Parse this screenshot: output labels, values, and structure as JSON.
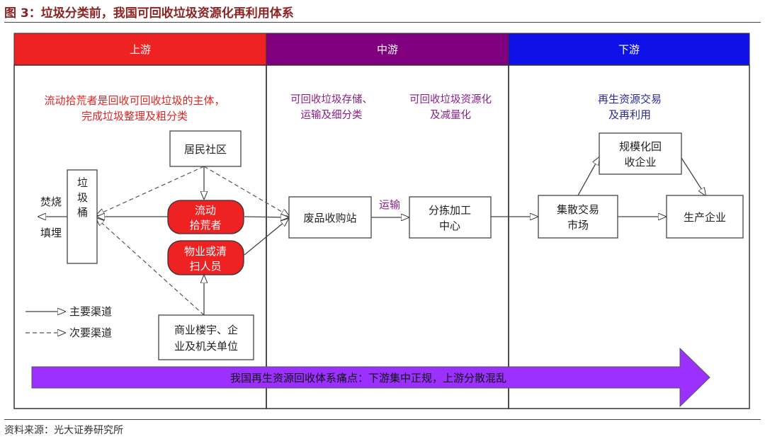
{
  "figure": {
    "title": "图 3：垃圾分类前，我国可回收垃圾资源化再利用体系",
    "source": "资料来源：光大证券研究所"
  },
  "colors": {
    "upstream": "#ee2222",
    "midstream": "#800080",
    "downstream": "#1010e8",
    "red_text": "#e02424",
    "purple_text": "#8a1f8a",
    "blue_text": "#2a2a9a",
    "arrow_band": "#9b30ff"
  },
  "headers": {
    "upstream": "上游",
    "midstream": "中游",
    "downstream": "下游"
  },
  "captions": {
    "upstream_line1": "流动拾荒者是回收可回收垃圾的主体，",
    "upstream_line2": "完成垃圾整理及粗分类",
    "mid_left_line1": "可回收垃圾存储、",
    "mid_left_line2": "运输及细分类",
    "mid_right_line1": "可回收垃圾资源化",
    "mid_right_line2": "及减量化",
    "down_line1": "再生资源交易",
    "down_line2": "及再利用"
  },
  "nodes": {
    "residential": "居民社区",
    "bin": "垃圾桶",
    "scavenger_line1": "流动",
    "scavenger_line2": "拾荒者",
    "cleaner_line1": "物业或清",
    "cleaner_line2": "扫人员",
    "commercial_line1": "商业楼宇、企",
    "commercial_line2": "业及机关单位",
    "burn": "焚烧",
    "landfill": "填埋",
    "waste_station": "废品收购站",
    "transport": "运输",
    "sorting_line1": "分拣加工",
    "sorting_line2": "中心",
    "market_line1": "集散交易",
    "market_line2": "市场",
    "large_recycler_line1": "规模化回",
    "large_recycler_line2": "收企业",
    "production": "生产企业"
  },
  "legend": {
    "main": "主要渠道",
    "secondary": "次要渠道"
  },
  "band_text": "我国再生资源回收体系痛点：下游集中正规，上游分散混乱"
}
